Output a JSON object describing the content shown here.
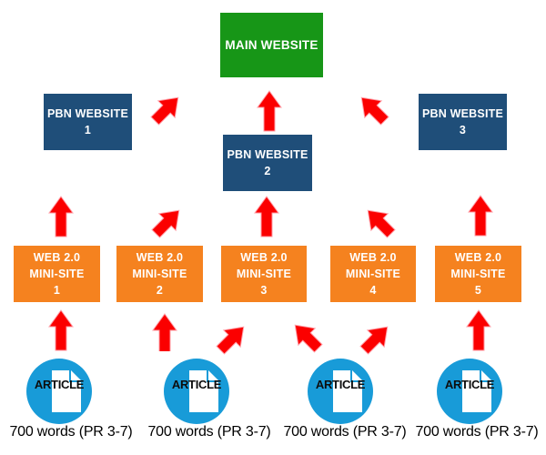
{
  "colors": {
    "main_box": "#179617",
    "pbn_box": "#1F4E79",
    "web_box": "#F5821F",
    "article_circle": "#189BD8",
    "arrow_red": "#FB0000",
    "box_text": "#FFFFFF",
    "caption_text": "#000000",
    "background": "#FFFFFF"
  },
  "nodes": {
    "main": {
      "label": "MAIN WEBSITE"
    },
    "pbn": [
      {
        "label": "PBN WEBSITE",
        "number": "1"
      },
      {
        "label": "PBN WEBSITE",
        "number": "2"
      },
      {
        "label": "PBN WEBSITE",
        "number": "3"
      }
    ],
    "web": [
      {
        "line1": "WEB 2.0",
        "line2": "MINI-SITE",
        "number": "1"
      },
      {
        "line1": "WEB 2.0",
        "line2": "MINI-SITE",
        "number": "2"
      },
      {
        "line1": "WEB 2.0",
        "line2": "MINI-SITE",
        "number": "3"
      },
      {
        "line1": "WEB 2.0",
        "line2": "MINI-SITE",
        "number": "4"
      },
      {
        "line1": "WEB 2.0",
        "line2": "MINI-SITE",
        "number": "5"
      }
    ],
    "articles": [
      {
        "icon": "article-document-icon",
        "label": "ARTICLE",
        "caption": "700 words (PR 3-7)"
      },
      {
        "icon": "article-document-icon",
        "label": "ARTICLE",
        "caption": "700 words (PR 3-7)"
      },
      {
        "icon": "article-document-icon",
        "label": "ARTICLE",
        "caption": "700 words (PR 3-7)"
      },
      {
        "icon": "article-document-icon",
        "label": "ARTICLE",
        "caption": "700 words (PR 3-7)"
      }
    ]
  },
  "connections": [
    {
      "from": "pbn-website-1",
      "to": "main-website",
      "direction": "up-right"
    },
    {
      "from": "pbn-website-2",
      "to": "main-website",
      "direction": "up"
    },
    {
      "from": "pbn-website-3",
      "to": "main-website",
      "direction": "up-left"
    },
    {
      "from": "web-mini-site-1",
      "to": "pbn-website-1",
      "direction": "up"
    },
    {
      "from": "web-mini-site-2",
      "to": "pbn-website-2",
      "direction": "up-right"
    },
    {
      "from": "web-mini-site-3",
      "to": "pbn-website-2",
      "direction": "up"
    },
    {
      "from": "web-mini-site-4",
      "to": "pbn-website-2",
      "direction": "up-left"
    },
    {
      "from": "web-mini-site-5",
      "to": "pbn-website-3",
      "direction": "up"
    },
    {
      "from": "article-1",
      "to": "web-mini-site-1",
      "direction": "up"
    },
    {
      "from": "article-2",
      "to": "web-mini-site-2",
      "direction": "up"
    },
    {
      "from": "article-2",
      "to": "web-mini-site-3",
      "direction": "up-right"
    },
    {
      "from": "article-3",
      "to": "web-mini-site-3",
      "direction": "up-left"
    },
    {
      "from": "article-3",
      "to": "web-mini-site-4",
      "direction": "up-right"
    },
    {
      "from": "article-4",
      "to": "web-mini-site-5",
      "direction": "up"
    }
  ]
}
